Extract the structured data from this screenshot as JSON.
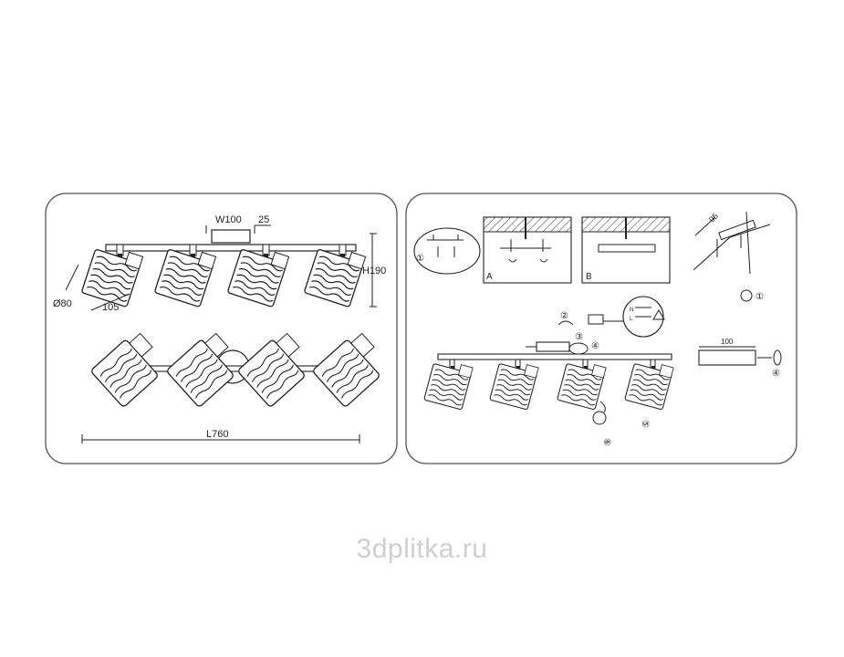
{
  "left_panel": {
    "dim_width": "W100",
    "dim_depth": "25",
    "dim_height": "H190",
    "dim_diameter": "Ø80",
    "dim_shade": "105",
    "dim_length": "L760"
  },
  "right_panel": {
    "step_1": "①",
    "step_2": "②",
    "step_3": "③",
    "step_4": "④",
    "step_5": "⑤",
    "step_6": "⑥",
    "variant_a": "A",
    "variant_b": "B",
    "dim_95": "95",
    "dim_100": "100",
    "wire_n": "N",
    "wire_l": "L"
  },
  "watermark": "3dplitka.ru",
  "colors": {
    "line": "#222222",
    "frame": "#555555",
    "watermark": "#cfcfcf"
  }
}
